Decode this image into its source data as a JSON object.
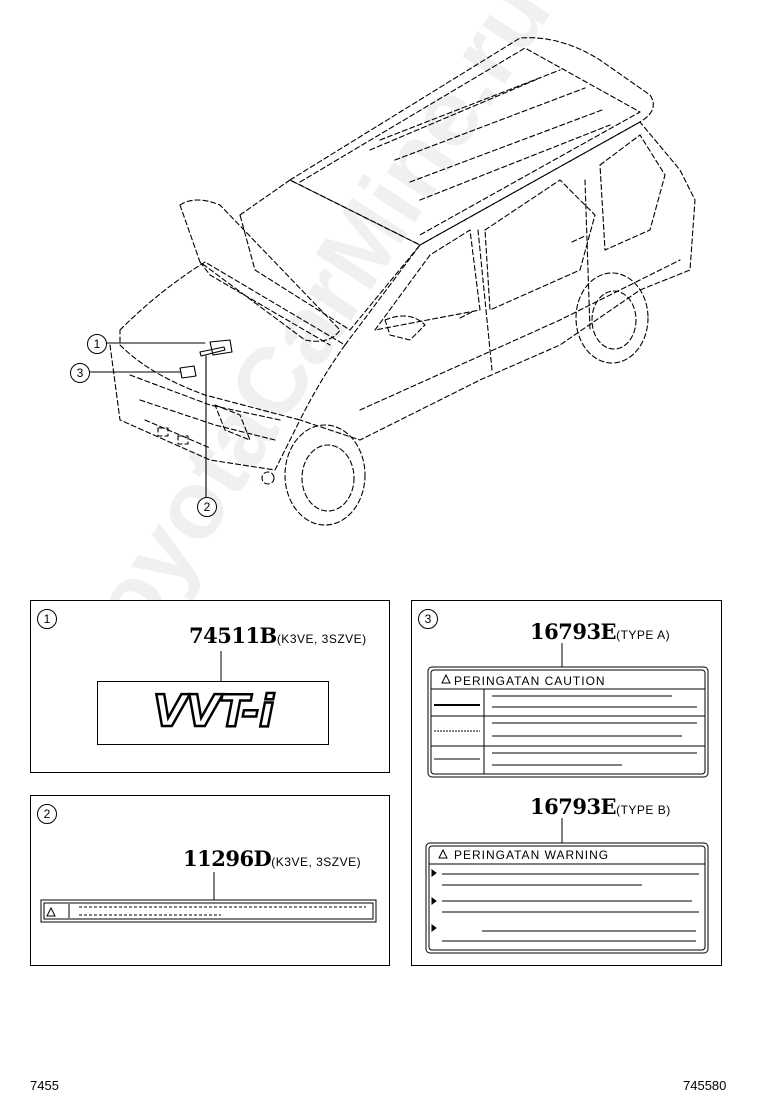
{
  "callouts": {
    "c1": "1",
    "c2": "2",
    "c3": "3"
  },
  "panel1": {
    "number": "1",
    "part_no": "74511B",
    "part_note": "(K3VE, 3SZVE)",
    "emblem_text": "VVT-i"
  },
  "panel2": {
    "number": "2",
    "part_no": "11296D",
    "part_note": "(K3VE, 3SZVE)"
  },
  "panel3": {
    "number": "3",
    "label_a": {
      "part_no": "16793E",
      "part_note": "(TYPE A)",
      "header": "PERINGATAN CAUTION"
    },
    "label_b": {
      "part_no": "16793E",
      "part_note": "(TYPE B)",
      "header": "PERINGATAN WARNING"
    }
  },
  "watermark": "ToyotaCarMine.ru",
  "footer": {
    "left_code": "7455",
    "right_code": "745580"
  }
}
